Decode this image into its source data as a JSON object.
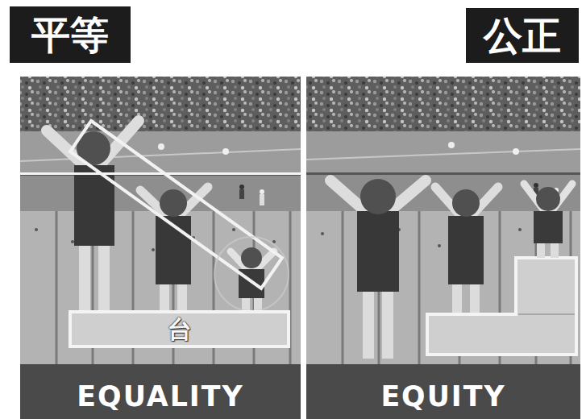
{
  "diagram": {
    "nodes": [
      {
        "text": [
          "平等"
        ]
      },
      {
        "text": [
          "公正"
        ]
      },
      {
        "text": [
          "EQUALITY"
        ]
      },
      {
        "text": [
          "台"
        ],
        "in": 2
      },
      {
        "text": [
          "EQUITY"
        ]
      }
    ]
  }
}
